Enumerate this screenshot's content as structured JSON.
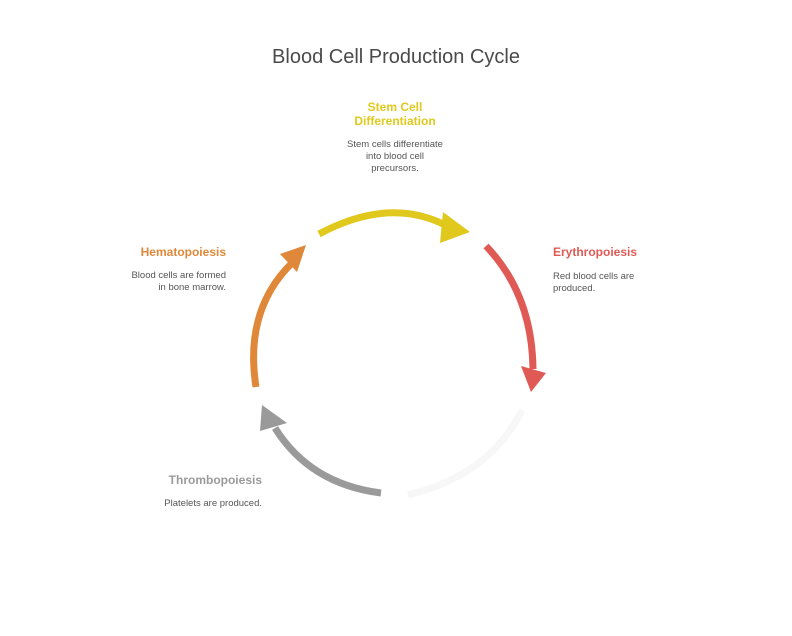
{
  "title": "Blood Cell Production Cycle",
  "colors": {
    "stem": "#e0c81c",
    "erythro": "#e05a55",
    "faint": "#f5f5f5",
    "thrombo": "#9a9a9a",
    "hemato": "#e0883a"
  },
  "stages": [
    {
      "name": "Stem Cell Differentiation",
      "title_line1": "Stem Cell",
      "title_line2": "Differentiation",
      "desc_line1": "Stem cells differentiate",
      "desc_line2": "into blood cell",
      "desc_line3": "precursors.",
      "color": "#e0c81c"
    },
    {
      "name": "Erythropoiesis",
      "title_line1": "Erythropoiesis",
      "desc_line1": "Red blood cells are",
      "desc_line2": "produced.",
      "color": "#e05a55"
    },
    {
      "name": "Thrombopoiesis",
      "title_line1": "Thrombopoiesis",
      "desc_line1": "Platelets are produced.",
      "color": "#9a9a9a"
    },
    {
      "name": "Hematopoiesis",
      "title_line1": "Hematopoiesis",
      "desc_line1": "Blood cells are formed",
      "desc_line2": "in bone marrow.",
      "color": "#e0883a"
    }
  ]
}
